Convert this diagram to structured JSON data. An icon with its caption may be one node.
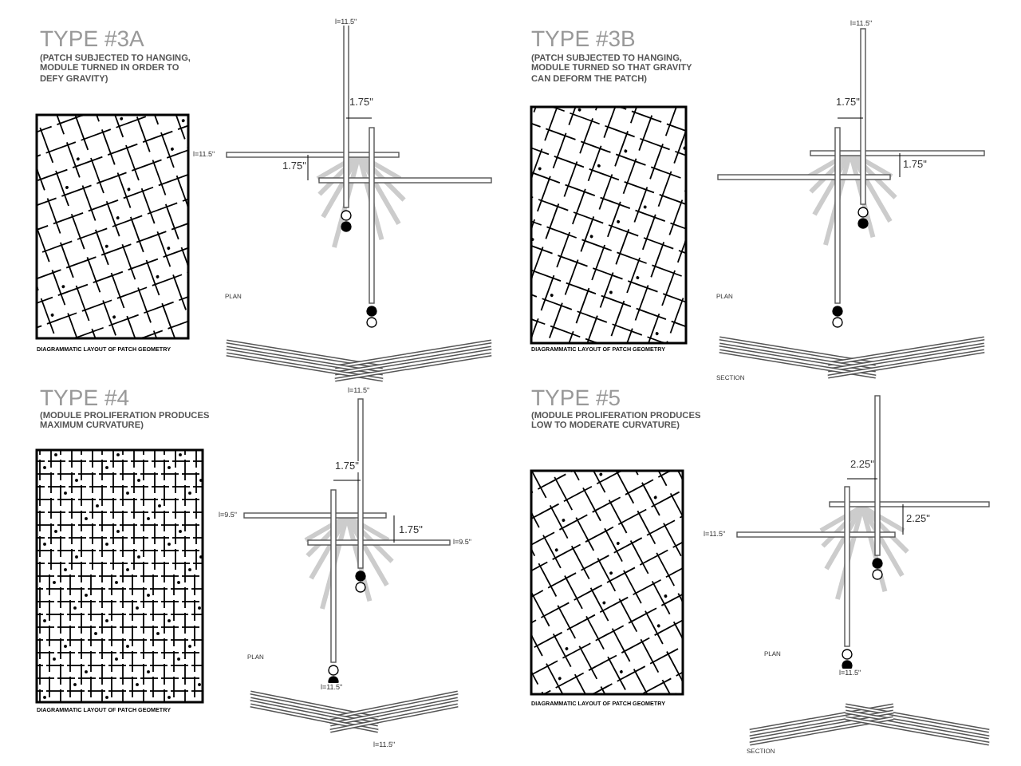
{
  "diagram": {
    "labels": [
      "TYPE #3A",
      "(PATCH SUBJECTED TO HANGING, MODULE TURNED IN ORDER TO DEFY GRAVITY)",
      "l=11.5\"",
      "1.75\"",
      "l=11.5\"",
      "1.75\"",
      "PLAN",
      "DIAGRAMMATIC LAYOUT OF PATCH GEOMETRY",
      "TYPE #3B",
      "(PATCH SUBJECTED TO HANGING, MODULE TURNED SO THAT GRAVITY CAN DEFORM THE PATCH)",
      "l=11.5\"",
      "1.75\"",
      "1.75\"",
      "PLAN",
      "DIAGRAMMATIC LAYOUT OF PATCH GEOMETRY",
      "SECTION",
      "TYPE #4",
      "(MODULE PROLIFERATION PRODUCES MAXIMUM CURVATURE)",
      "l=11.5\"",
      "1.75\"",
      "l=9.5\"",
      "1.75\"",
      "l=9.5\"",
      "PLAN",
      "l=11.5\"",
      "DIAGRAMMATIC LAYOUT OF PATCH GEOMETRY",
      "l=11.5\"",
      "TYPE #5",
      "(MODULE PROLIFERATION PRODUCES LOW TO MODERATE CURVATURE)",
      "2.25\"",
      "2.25\"",
      "l=11.5\"",
      "PLAN",
      "l=11.5\"",
      "DIAGRAMMATIC LAYOUT OF PATCH GEOMETRY",
      "SECTION"
    ]
  }
}
